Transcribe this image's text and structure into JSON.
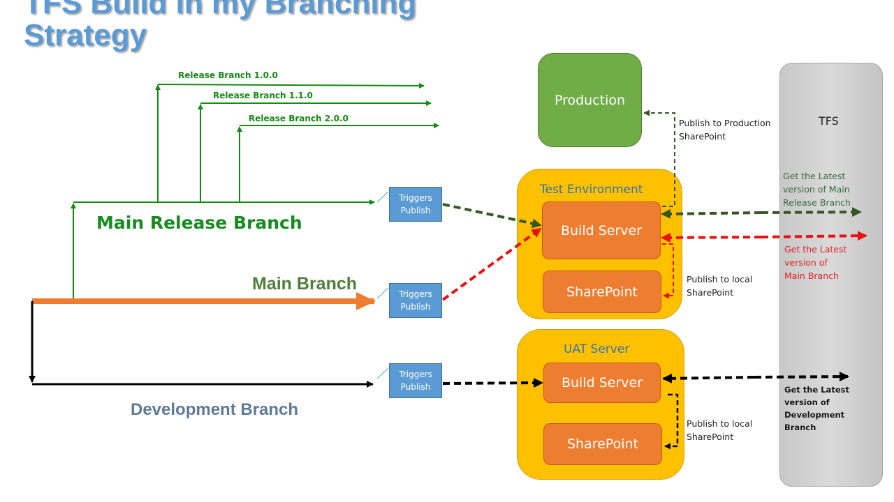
{
  "title": "TFS Build in my Branching Strategy",
  "release_branches": [
    "Release Branch 1.0.0",
    "Release Branch 1.1.0",
    "Release Branch 2.0.0"
  ],
  "main_release_branch": "Main Release Branch",
  "main_branch": "Main Branch",
  "development_branch": "Development Branch",
  "triggers_publish": "Triggers Publish",
  "production": "Production",
  "publish_to_production": "Publish to Production SharePoint",
  "tfs": "TFS",
  "test_environment": {
    "label": "Test Environment",
    "build_server": "Build Server",
    "sharepoint": "SharePoint",
    "publish_note": "Publish to local SharePoint"
  },
  "uat_server": {
    "label": "UAT Server",
    "build_server": "Build Server",
    "sharepoint": "SharePoint",
    "publish_note": "Publish to local SharePoint"
  },
  "tfs_notes": {
    "main_release": "Get the Latest version of Main Release Branch",
    "main": "Get the Latest version of Main Branch",
    "development": "Get the Latest version of Development Branch"
  },
  "colors": {
    "release_green": "#138a13",
    "main_orange": "#ed7d31",
    "dark_green_dashed": "#375623",
    "red_dashed": "#e81010",
    "black": "#000000"
  }
}
